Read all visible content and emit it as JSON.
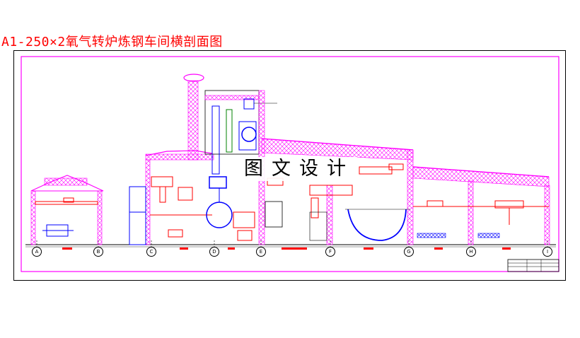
{
  "title": "A1-250×2氧气转炉炼钢车间横剖面图",
  "watermark": "图文设计",
  "colors": {
    "structure": "#ff00ff",
    "equipment": "#ff0000",
    "process": "#0000ff",
    "detail": "#008000",
    "line": "#000000"
  },
  "grid_axes": [
    "A",
    "B",
    "C",
    "D",
    "E",
    "F",
    "G",
    "H",
    "I"
  ]
}
